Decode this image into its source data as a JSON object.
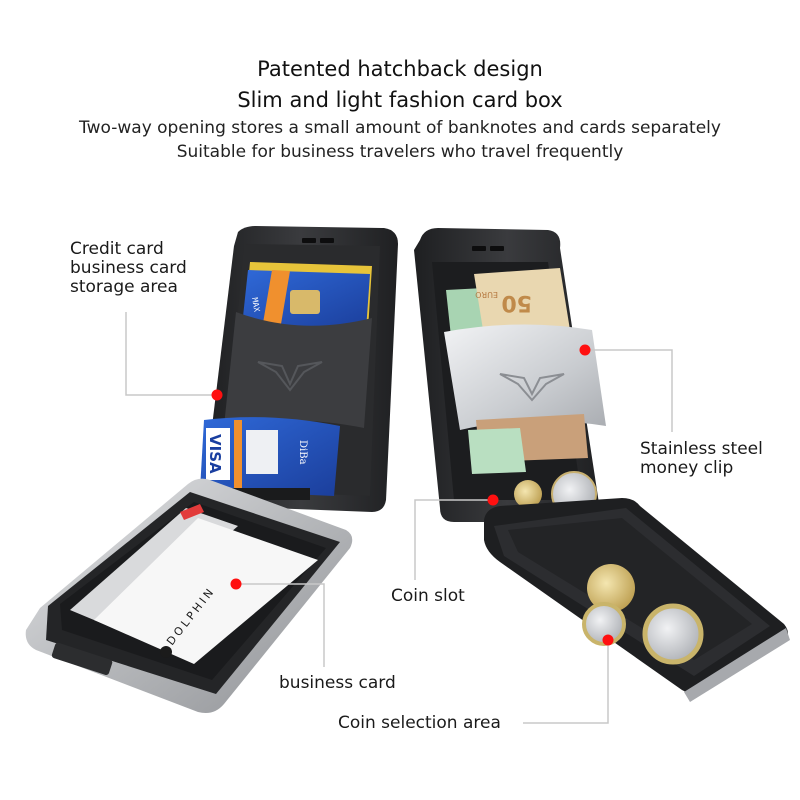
{
  "header": {
    "title_line1": "Patented hatchback design",
    "title_line2": "Slim and light fashion card box",
    "subtitle_line1": "Two-way opening stores a small amount of banknotes and cards separately",
    "subtitle_line2": "Suitable for business travelers who travel frequently"
  },
  "callouts": {
    "credit_card_area": {
      "line1": "Credit card",
      "line2": "business card",
      "line3": "storage area"
    },
    "money_clip": {
      "line1": "Stainless steel",
      "line2": "money clip"
    },
    "coin_slot": {
      "label": "Coin slot"
    },
    "business_card": {
      "label": "business card"
    },
    "coin_selection_area": {
      "label": "Coin selection area"
    }
  },
  "product_prints": {
    "card_visa": "VISA",
    "card_brand_right": "DiBa",
    "card_max": "MAX",
    "business_card_brand": "DOLPHIN",
    "banknote_value": "50",
    "banknote_currency": "EURO"
  },
  "colors": {
    "marker_red": "#ff1010",
    "leader_line": "#c8c8c8",
    "case_dark": "#2b2c2e",
    "case_silver": "#c9cbce"
  }
}
